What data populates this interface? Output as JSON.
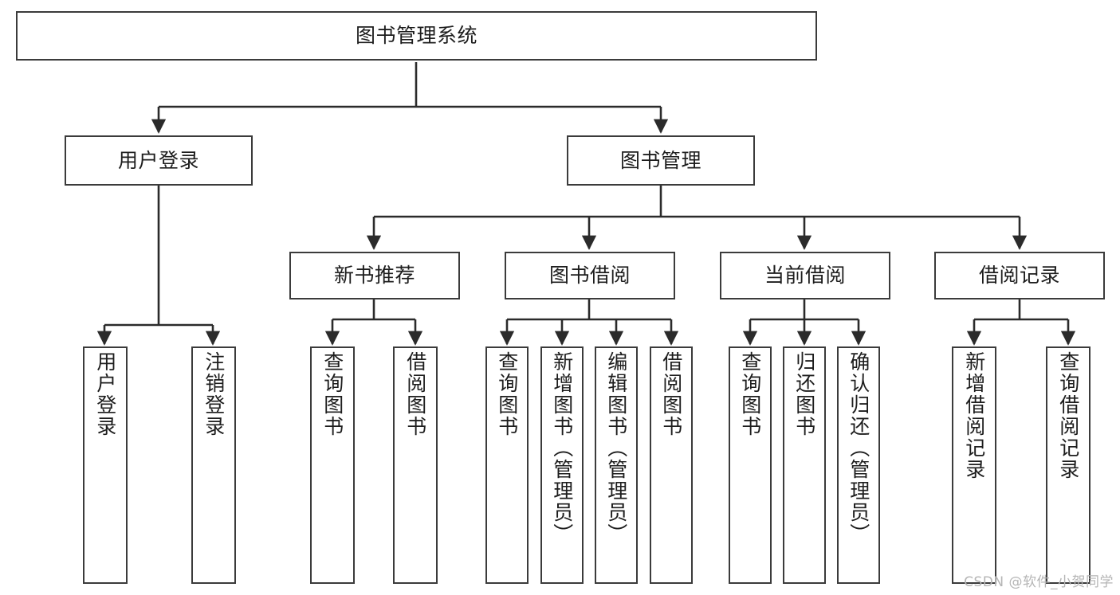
{
  "diagram": {
    "type": "tree-hierarchy",
    "title": "图书管理系统",
    "watermark": "CSDN @软件_小贺同学",
    "colors": {
      "box_border": "#3b3b3b",
      "box_fill": "#ffffff",
      "edge": "#2b2b2b",
      "text": "#1d1d1d",
      "watermark": "#b5b5b5",
      "background": "#ffffff"
    },
    "nodes": [
      {
        "id": "root",
        "label": "图书管理系统",
        "level": 0,
        "orientation": "horizontal"
      },
      {
        "id": "login",
        "label": "用户登录",
        "level": 1,
        "orientation": "horizontal"
      },
      {
        "id": "bookmgmt",
        "label": "图书管理",
        "level": 1,
        "orientation": "horizontal"
      },
      {
        "id": "newbook",
        "label": "新书推荐",
        "level": 2,
        "orientation": "horizontal"
      },
      {
        "id": "borrow",
        "label": "图书借阅",
        "level": 2,
        "orientation": "horizontal"
      },
      {
        "id": "current",
        "label": "当前借阅",
        "level": 2,
        "orientation": "horizontal"
      },
      {
        "id": "records",
        "label": "借阅记录",
        "level": 2,
        "orientation": "horizontal"
      },
      {
        "id": "l1",
        "label": "用户登录",
        "level": 3,
        "orientation": "vertical",
        "parent": "login"
      },
      {
        "id": "l2",
        "label": "注销登录",
        "level": 3,
        "orientation": "vertical",
        "parent": "login"
      },
      {
        "id": "l3",
        "label": "查询图书",
        "level": 3,
        "orientation": "vertical",
        "parent": "newbook"
      },
      {
        "id": "l4",
        "label": "借阅图书",
        "level": 3,
        "orientation": "vertical",
        "parent": "newbook"
      },
      {
        "id": "l5",
        "label": "查询图书",
        "level": 3,
        "orientation": "vertical",
        "parent": "borrow"
      },
      {
        "id": "l6",
        "label": "新增图书（管理员）",
        "level": 3,
        "orientation": "vertical",
        "parent": "borrow"
      },
      {
        "id": "l7",
        "label": "编辑图书（管理员）",
        "level": 3,
        "orientation": "vertical",
        "parent": "borrow"
      },
      {
        "id": "l8",
        "label": "借阅图书",
        "level": 3,
        "orientation": "vertical",
        "parent": "borrow"
      },
      {
        "id": "l9",
        "label": "查询图书",
        "level": 3,
        "orientation": "vertical",
        "parent": "current"
      },
      {
        "id": "l10",
        "label": "归还图书",
        "level": 3,
        "orientation": "vertical",
        "parent": "current"
      },
      {
        "id": "l11",
        "label": "确认归还（管理员）",
        "level": 3,
        "orientation": "vertical",
        "parent": "current"
      },
      {
        "id": "l12",
        "label": "新增借阅记录",
        "level": 3,
        "orientation": "vertical",
        "parent": "records"
      },
      {
        "id": "l13",
        "label": "查询借阅记录",
        "level": 3,
        "orientation": "vertical",
        "parent": "records"
      }
    ]
  }
}
